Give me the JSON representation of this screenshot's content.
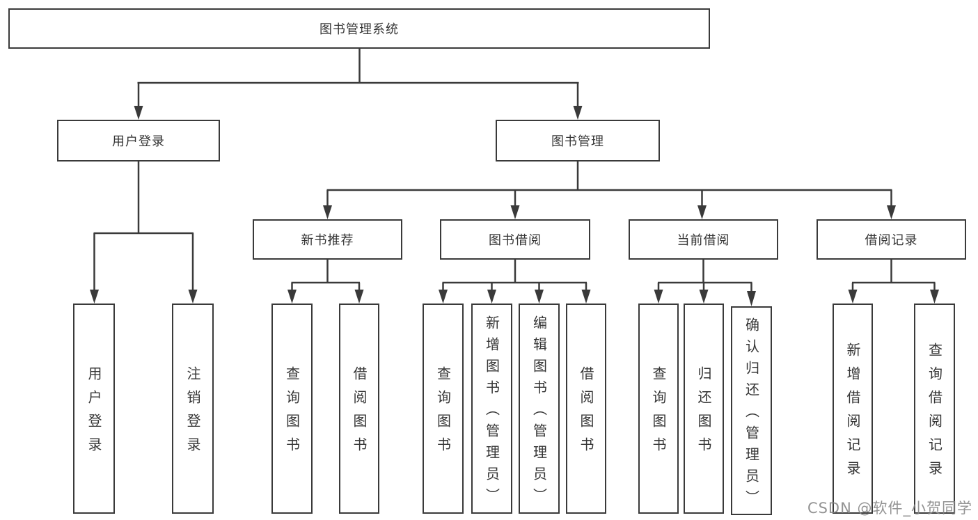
{
  "tree": {
    "root": {
      "label": "图书管理系统",
      "children": [
        {
          "label": "用户登录",
          "children": [
            {
              "label": "用户登录"
            },
            {
              "label": "注销登录"
            }
          ]
        },
        {
          "label": "图书管理",
          "children": [
            {
              "label": "新书推荐",
              "children": [
                {
                  "label": "查询图书"
                },
                {
                  "label": "借阅图书"
                }
              ]
            },
            {
              "label": "图书借阅",
              "children": [
                {
                  "label": "查询图书"
                },
                {
                  "label": "新增图书（管理员）"
                },
                {
                  "label": "编辑图书（管理员）"
                },
                {
                  "label": "借阅图书"
                }
              ]
            },
            {
              "label": "当前借阅",
              "children": [
                {
                  "label": "查询图书"
                },
                {
                  "label": "归还图书"
                },
                {
                  "label": "确认归还（管理员）"
                }
              ]
            },
            {
              "label": "借阅记录",
              "children": [
                {
                  "label": "新增借阅记录"
                },
                {
                  "label": "查询借阅记录"
                }
              ]
            }
          ]
        }
      ]
    }
  },
  "watermark": {
    "text": "CSDN @软件_小贺同学"
  },
  "colors": {
    "line": "#3a3a3a",
    "box_border": "#3a3a3a",
    "text": "#353535",
    "watermark": "#848484",
    "background": "#ffffff"
  }
}
